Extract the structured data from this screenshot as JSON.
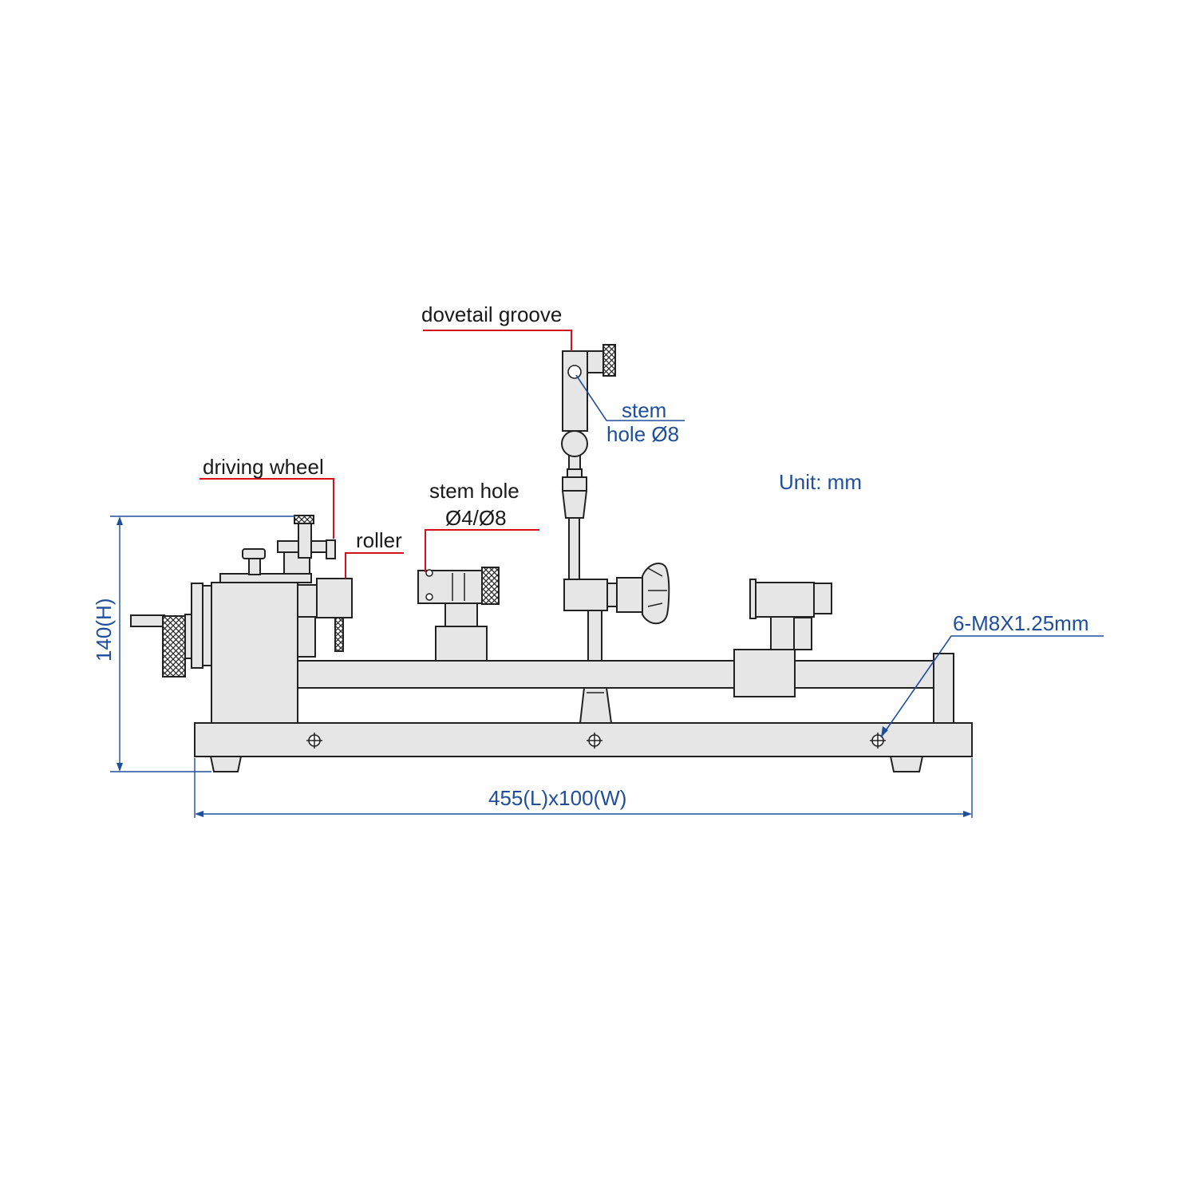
{
  "labels": {
    "dovetail_groove": "dovetail groove",
    "stem_hole_8_line1": "stem",
    "stem_hole_8_line2": "hole Ø8",
    "driving_wheel": "driving wheel",
    "roller": "roller",
    "stem_hole_48_line1": "stem hole",
    "stem_hole_48_line2": "Ø4/Ø8",
    "unit": "Unit: mm",
    "thread": "6-M8X1.25mm",
    "height_dim": "140(H)",
    "length_dim": "455(L)x100(W)"
  },
  "colors": {
    "leader_red": "#d4121f",
    "dimension_blue": "#1f4e9c",
    "part_fill": "#e6e6e6",
    "outline": "#222222"
  }
}
